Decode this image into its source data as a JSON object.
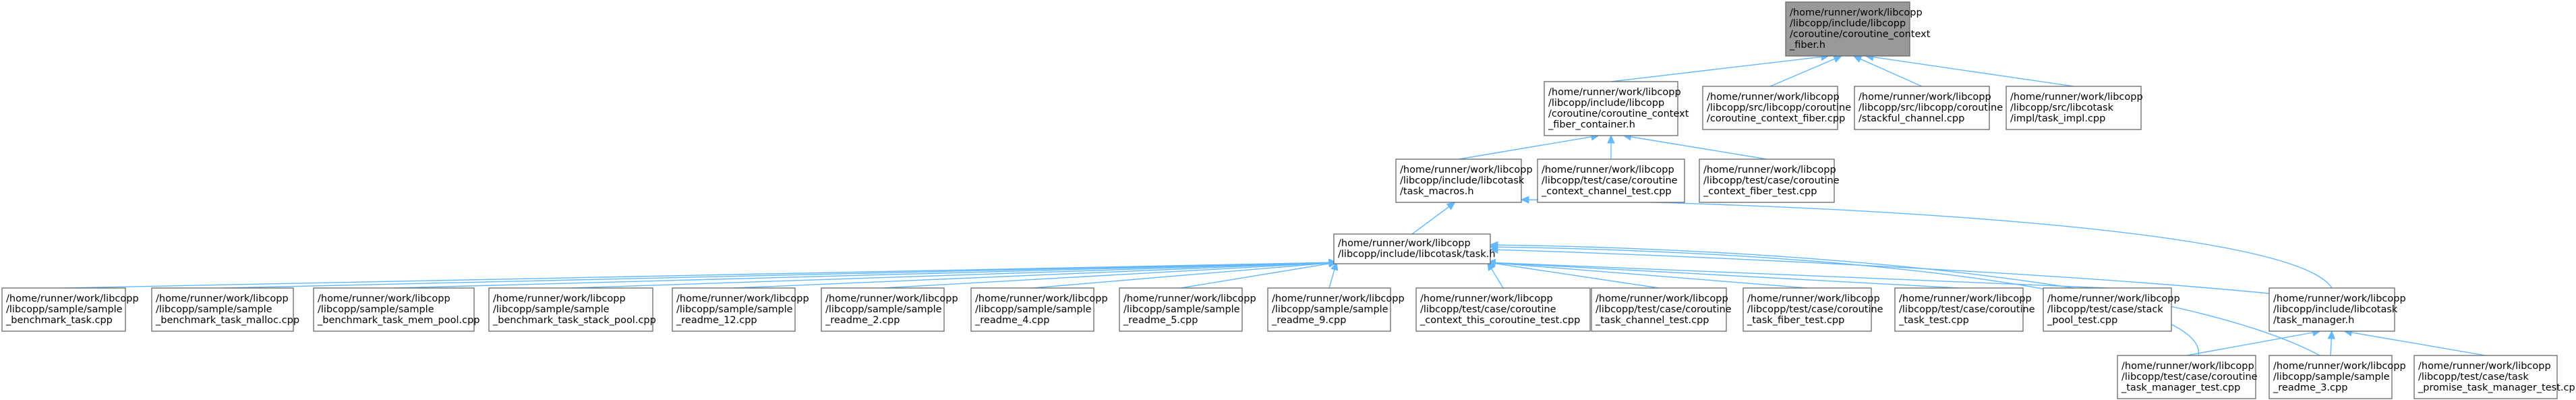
{
  "diagram": {
    "type": "include-dependency-graph",
    "colors": {
      "root_fill": "#999999",
      "node_fill": "#ffffff",
      "node_border": "#666666",
      "edge": "#63b8ff",
      "text": "#000000"
    },
    "nodes": [
      {
        "id": "fiber_h",
        "root": true,
        "lines": [
          "/home/runner/work/libcopp",
          "/libcopp/include/libcopp",
          "/coroutine/coroutine_context",
          "_fiber.h"
        ]
      },
      {
        "id": "fiber_container_h",
        "lines": [
          "/home/runner/work/libcopp",
          "/libcopp/include/libcopp",
          "/coroutine/coroutine_context",
          "_fiber_container.h"
        ]
      },
      {
        "id": "fiber_cpp",
        "lines": [
          "/home/runner/work/libcopp",
          "/libcopp/src/libcopp/coroutine",
          "/coroutine_context_fiber.cpp"
        ]
      },
      {
        "id": "stackful_channel_cpp",
        "lines": [
          "/home/runner/work/libcopp",
          "/libcopp/src/libcopp/coroutine",
          "/stackful_channel.cpp"
        ]
      },
      {
        "id": "task_impl_cpp",
        "lines": [
          "/home/runner/work/libcopp",
          "/libcopp/src/libcotask",
          "/impl/task_impl.cpp"
        ]
      },
      {
        "id": "task_macros_h",
        "lines": [
          "/home/runner/work/libcopp",
          "/libcopp/include/libcotask",
          "/task_macros.h"
        ]
      },
      {
        "id": "channel_test_cpp",
        "lines": [
          "/home/runner/work/libcopp",
          "/libcopp/test/case/coroutine",
          "_context_channel_test.cpp"
        ]
      },
      {
        "id": "fiber_test_cpp",
        "lines": [
          "/home/runner/work/libcopp",
          "/libcopp/test/case/coroutine",
          "_context_fiber_test.cpp"
        ]
      },
      {
        "id": "task_h",
        "lines": [
          "/home/runner/work/libcopp",
          "/libcopp/include/libcotask/task.h"
        ]
      },
      {
        "id": "bench_task",
        "lines": [
          "/home/runner/work/libcopp",
          "/libcopp/sample/sample",
          "_benchmark_task.cpp"
        ]
      },
      {
        "id": "bench_malloc",
        "lines": [
          "/home/runner/work/libcopp",
          "/libcopp/sample/sample",
          "_benchmark_task_malloc.cpp"
        ]
      },
      {
        "id": "bench_mem_pool",
        "lines": [
          "/home/runner/work/libcopp",
          "/libcopp/sample/sample",
          "_benchmark_task_mem_pool.cpp"
        ]
      },
      {
        "id": "bench_stack_pool",
        "lines": [
          "/home/runner/work/libcopp",
          "/libcopp/sample/sample",
          "_benchmark_task_stack_pool.cpp"
        ]
      },
      {
        "id": "readme_12",
        "lines": [
          "/home/runner/work/libcopp",
          "/libcopp/sample/sample",
          "_readme_12.cpp"
        ]
      },
      {
        "id": "readme_2",
        "lines": [
          "/home/runner/work/libcopp",
          "/libcopp/sample/sample",
          "_readme_2.cpp"
        ]
      },
      {
        "id": "readme_4",
        "lines": [
          "/home/runner/work/libcopp",
          "/libcopp/sample/sample",
          "_readme_4.cpp"
        ]
      },
      {
        "id": "readme_5",
        "lines": [
          "/home/runner/work/libcopp",
          "/libcopp/sample/sample",
          "_readme_5.cpp"
        ]
      },
      {
        "id": "readme_9",
        "lines": [
          "/home/runner/work/libcopp",
          "/libcopp/sample/sample",
          "_readme_9.cpp"
        ]
      },
      {
        "id": "this_coroutine_test",
        "lines": [
          "/home/runner/work/libcopp",
          "/libcopp/test/case/coroutine",
          "_context_this_coroutine_test.cpp"
        ]
      },
      {
        "id": "task_channel_test",
        "lines": [
          "/home/runner/work/libcopp",
          "/libcopp/test/case/coroutine",
          "_task_channel_test.cpp"
        ]
      },
      {
        "id": "task_fiber_test",
        "lines": [
          "/home/runner/work/libcopp",
          "/libcopp/test/case/coroutine",
          "_task_fiber_test.cpp"
        ]
      },
      {
        "id": "task_test",
        "lines": [
          "/home/runner/work/libcopp",
          "/libcopp/test/case/coroutine",
          "_task_test.cpp"
        ]
      },
      {
        "id": "stack_pool_test",
        "lines": [
          "/home/runner/work/libcopp",
          "/libcopp/test/case/stack",
          "_pool_test.cpp"
        ]
      },
      {
        "id": "task_manager_h",
        "lines": [
          "/home/runner/work/libcopp",
          "/libcopp/include/libcotask",
          "/task_manager.h"
        ]
      },
      {
        "id": "task_manager_test",
        "lines": [
          "/home/runner/work/libcopp",
          "/libcopp/test/case/coroutine",
          "_task_manager_test.cpp"
        ]
      },
      {
        "id": "readme_3",
        "lines": [
          "/home/runner/work/libcopp",
          "/libcopp/sample/sample",
          "_readme_3.cpp"
        ]
      },
      {
        "id": "promise_manager_test",
        "lines": [
          "/home/runner/work/libcopp",
          "/libcopp/test/case/task",
          "_promise_task_manager_test.cpp"
        ]
      }
    ],
    "edges": [
      [
        "fiber_container_h",
        "fiber_h"
      ],
      [
        "fiber_cpp",
        "fiber_h"
      ],
      [
        "stackful_channel_cpp",
        "fiber_h"
      ],
      [
        "task_impl_cpp",
        "fiber_h"
      ],
      [
        "task_macros_h",
        "fiber_container_h"
      ],
      [
        "channel_test_cpp",
        "fiber_container_h"
      ],
      [
        "fiber_test_cpp",
        "fiber_container_h"
      ],
      [
        "task_h",
        "task_macros_h"
      ],
      [
        "task_manager_h",
        "task_macros_h"
      ],
      [
        "bench_task",
        "task_h"
      ],
      [
        "bench_malloc",
        "task_h"
      ],
      [
        "bench_mem_pool",
        "task_h"
      ],
      [
        "bench_stack_pool",
        "task_h"
      ],
      [
        "readme_12",
        "task_h"
      ],
      [
        "readme_2",
        "task_h"
      ],
      [
        "readme_4",
        "task_h"
      ],
      [
        "readme_5",
        "task_h"
      ],
      [
        "readme_9",
        "task_h"
      ],
      [
        "this_coroutine_test",
        "task_h"
      ],
      [
        "task_channel_test",
        "task_h"
      ],
      [
        "task_fiber_test",
        "task_h"
      ],
      [
        "task_test",
        "task_h"
      ],
      [
        "stack_pool_test",
        "task_h"
      ],
      [
        "task_manager_h",
        "task_h"
      ],
      [
        "task_manager_test",
        "task_h"
      ],
      [
        "readme_3",
        "task_h"
      ],
      [
        "task_manager_test",
        "task_manager_h"
      ],
      [
        "readme_3",
        "task_manager_h"
      ],
      [
        "promise_manager_test",
        "task_manager_h"
      ]
    ]
  }
}
